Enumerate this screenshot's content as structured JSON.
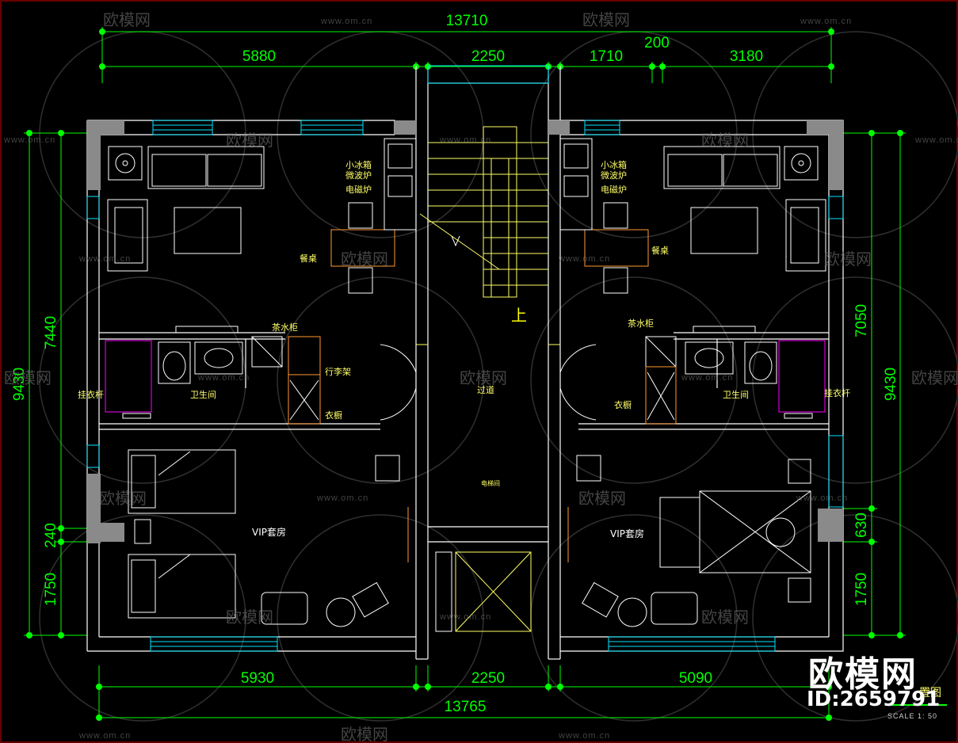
{
  "top_dims": {
    "overall": "13710",
    "seg1": "5880",
    "seg2": "2250",
    "seg3": "1710",
    "seg4": "200",
    "seg5": "3180"
  },
  "bottom_dims": {
    "overall": "13765",
    "seg1": "5930",
    "seg2": "2250",
    "seg3": "5090"
  },
  "left_dims": {
    "overall": "9430",
    "seg1": "7440",
    "seg2": "240",
    "seg3": "1750"
  },
  "right_dims": {
    "overall": "9430",
    "seg1": "7050",
    "seg2": "630",
    "seg3": "1750"
  },
  "labels": {
    "fridge_l": "小冰箱",
    "microwave_l": "微波炉",
    "induction_l": "电磁炉",
    "dining_l": "餐桌",
    "tea_l": "茶水柜",
    "luggage_l": "行李架",
    "wardrobe_l": "衣橱",
    "hanger_l": "挂衣杆",
    "bath_l": "卫生间",
    "suite_l": "VIP套房",
    "fridge_r": "小冰箱",
    "microwave_r": "微波炉",
    "induction_r": "电磁炉",
    "dining_r": "餐桌",
    "tea_r": "茶水柜",
    "wardrobe_r": "衣橱",
    "hanger_r": "挂衣杆",
    "bath_r": "卫生间",
    "suite_r": "VIP套房",
    "corridor": "过道",
    "elevator": "电梯间",
    "stair_up": "上",
    "title_fragment": "置图"
  },
  "watermark": {
    "brand": "欧模网",
    "url": "www.om.cn"
  },
  "footer": {
    "brand": "欧模网",
    "id": "ID:2659791",
    "scale": "SCALE 1: 50"
  },
  "colors": {
    "background": "#000000",
    "dimension": "#00ff00",
    "wall": "#ffffff",
    "label": "#ffff66",
    "window": "#00ffff",
    "furniture": "#ffffff",
    "magenta": "#ff00ff",
    "orange": "#ff9933"
  }
}
